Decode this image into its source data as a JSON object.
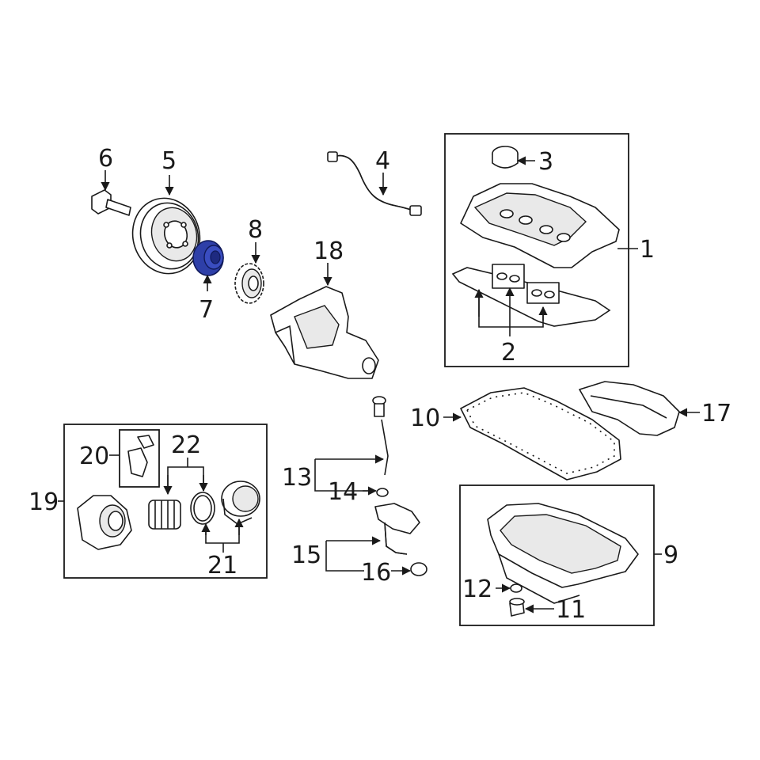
{
  "diagram": {
    "highlight_color": "#2e3fa8",
    "callouts": [
      "1",
      "2",
      "3",
      "4",
      "5",
      "6",
      "7",
      "8",
      "9",
      "10",
      "11",
      "12",
      "13",
      "14",
      "15",
      "16",
      "17",
      "18",
      "19",
      "20",
      "21",
      "22"
    ]
  }
}
